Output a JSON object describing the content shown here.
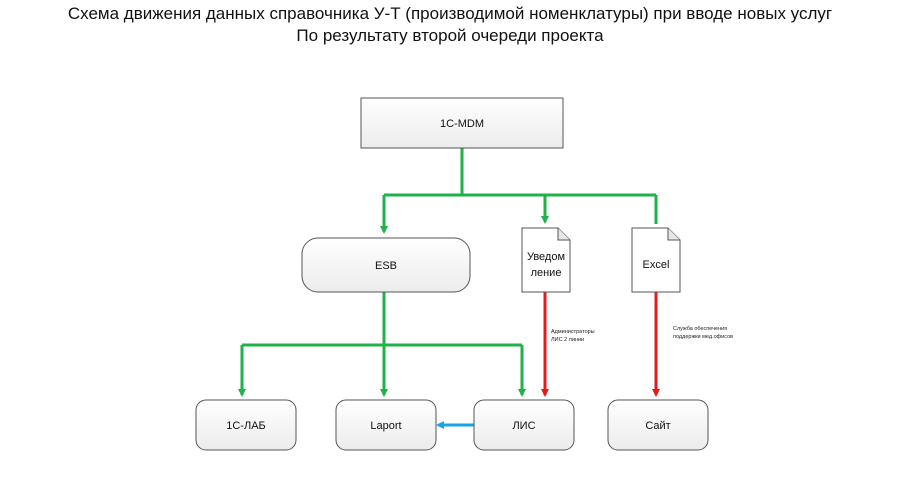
{
  "title": {
    "line1": "Схема движения данных справочника У-Т (производимой номенклатуры) при вводе новых услуг",
    "line2": "По результату второй очереди проекта"
  },
  "nodes": {
    "mdm": "1C-MDM",
    "esb": "ESB",
    "notification_line1": "Уведом",
    "notification_line2": "ление",
    "excel": "Excel",
    "lab": "1C-ЛАБ",
    "laport": "Laport",
    "lis": "ЛИС",
    "site": "Сайт"
  },
  "notes": {
    "lis_admins_line1": "Администраторы",
    "lis_admins_line2": "ЛИС 2 линии",
    "support_line1": "Служба обеспечения",
    "support_line2": "поддержки мед.офисов"
  },
  "colors": {
    "green": "#1fb14a",
    "red": "#e31b1b",
    "blue": "#1aa3e8",
    "node_stroke": "#555555",
    "node_fill": "#f7f7f7"
  }
}
